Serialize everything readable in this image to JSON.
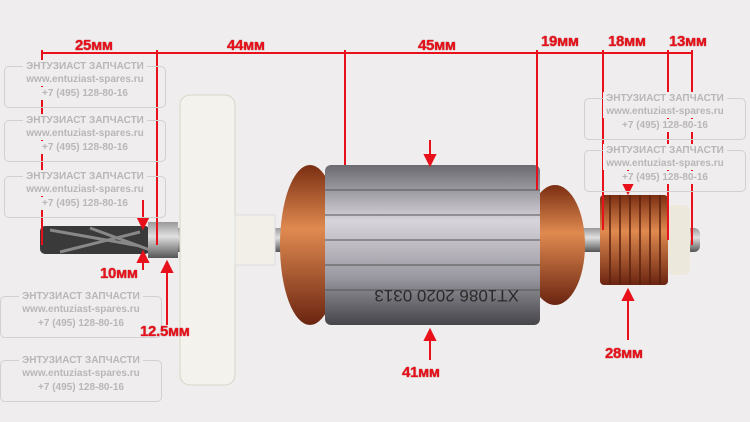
{
  "watermark": {
    "title": "ЭНТУЗИАСТ ЗАПЧАСТИ",
    "site": "www.entuziast-spares.ru",
    "phone": "+7 (495) 128-80-16"
  },
  "dimensions": {
    "top": [
      "25мм",
      "44мм",
      "45мм",
      "19мм",
      "18мм",
      "13мм"
    ],
    "shaft_dia": "10мм",
    "bearing_dia": "12.5мм",
    "rotor_dia": "41мм",
    "commutator_dia": "28мм"
  },
  "rotor_marking": "XT1086 2020 0313",
  "colors": {
    "annotation": "#e8101a",
    "copper": "#b5502a",
    "gear": "#f4f2ec"
  }
}
